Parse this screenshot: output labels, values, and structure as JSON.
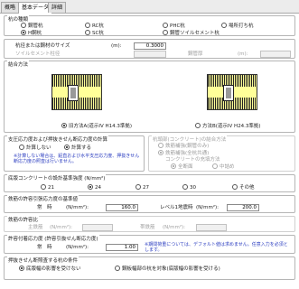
{
  "tabs": [
    "概略",
    "基本データ",
    "詳細"
  ],
  "pile_type": {
    "title": "杭の種類",
    "options": [
      "鋼管杭",
      "RC杭",
      "PHC杭",
      "場所打ち杭",
      "H鋼杭",
      "SC杭",
      "鋼管ソイルセメント杭"
    ],
    "selected": "H鋼杭"
  },
  "pile_size": {
    "label": "杭径または鋼材のサイズ",
    "unit": "(m):",
    "value": "0.3000",
    "soil_label": "ソイルセメント柱径",
    "thick_label": "鋼管厚",
    "unit2": "(m):"
  },
  "connection": {
    "title": "結合方法",
    "options": [
      "旧方法A(道示IV H14.3準拠)",
      "方法B(道示IV H24.3準拠)"
    ],
    "selected": "旧方法A(道示IV H14.3準拠)"
  },
  "bearing_calc": {
    "title": "支圧応力度および押抜きせん断応力度の計算",
    "options": [
      "計算しない",
      "計算する"
    ],
    "selected": "計算する",
    "note": "※計算しない場合は、鉛直および水平支圧応力度、押抜きせん断応力度の照査は行いません。"
  },
  "fill_concrete": {
    "title": "杭頭部(コンクリート)の結合方法",
    "options": [
      "鉄筋補強(鋼管のみ)",
      "鉄筋補強(全杭共通)"
    ],
    "selected": "鉄筋補強(全杭共通)",
    "sub_label": "コンクリートの充填方法",
    "sub_options": [
      "全断面",
      "中詰め"
    ],
    "sub_selected": "全断面"
  },
  "concrete_strength": {
    "title": "底版コンクリートの設計基準強度 (N/mm²)",
    "options": [
      "21",
      "24",
      "27",
      "30",
      "その他"
    ],
    "selected": "24"
  },
  "rebar_stress": {
    "title": "鉄筋の許容引張応力度の基準値",
    "normal_label": "常　時",
    "unit": "(N/mm²):",
    "normal_value": "160.0",
    "level_label": "レベル1地震時",
    "level_unit": "(N/mm²):",
    "level_value": "200.0"
  },
  "rebar_ratio": {
    "title": "鉄筋の許容比",
    "main_label": "主鉄筋",
    "main_unit": "(N/mm²):",
    "hoop_label": "帯鉄筋",
    "hoop_unit": "(N/mm²):"
  },
  "allow_stress": {
    "title": "許容付着応力度 (許容引抜せん断応力度)",
    "normal_label": "常　時",
    "unit": "(N/mm²):",
    "value": "1.00",
    "note": "※期間荷重については、デフォルト値は求めません。任意入力を必須とします。"
  },
  "punch_shear": {
    "title": "押抜きせん断照査する杭の条件",
    "options": [
      "底版幅の影響を受けない",
      "鋼板幅部の杭を対象(底版幅の影響を受ける)"
    ],
    "selected": "底版幅の影響を受けない"
  },
  "colors": {
    "note": "#2a3cc0",
    "figure_fill": "#ffff99"
  }
}
